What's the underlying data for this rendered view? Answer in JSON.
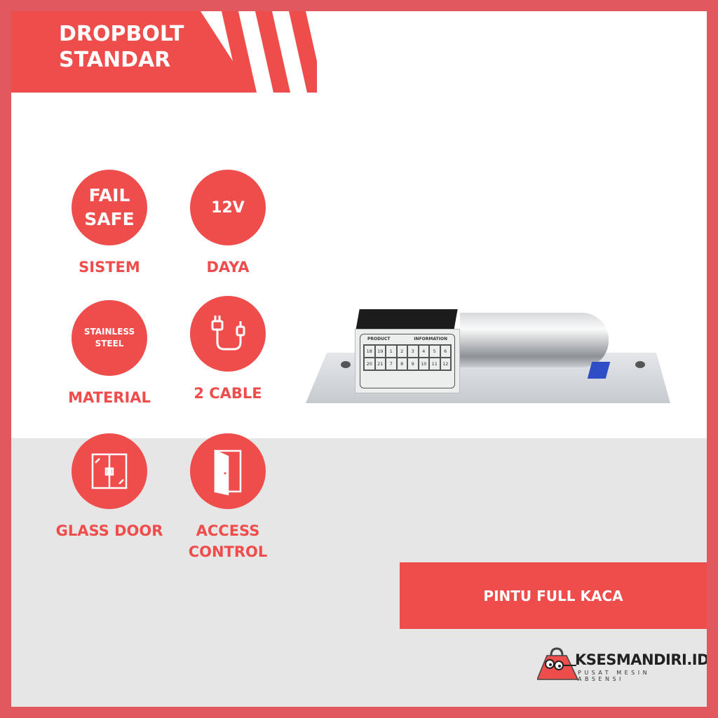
{
  "title": {
    "line1": "DROPBOLT",
    "line2": "STANDAR"
  },
  "features": [
    {
      "circle_text": [
        "FAIL",
        "SAFE"
      ],
      "label": "SISTEM"
    },
    {
      "circle_text": [
        "12V"
      ],
      "label": "DAYA"
    },
    {
      "circle_text": [
        "STAINLESS",
        "STEEL"
      ],
      "label": "MATERIAL"
    },
    {
      "icon": "usb-cable-icon",
      "label": "2 CABLE"
    },
    {
      "icon": "glass-door-icon",
      "label": "GLASS DOOR"
    },
    {
      "icon": "open-door-icon",
      "label": [
        "ACCESS",
        "CONTROL"
      ]
    }
  ],
  "product": {
    "panel_title": [
      "PRODUCT",
      "INFORMATION"
    ],
    "row1": [
      "18",
      "19",
      "1",
      "2",
      "3",
      "4",
      "5",
      "6"
    ],
    "row2": [
      "20",
      "21",
      "7",
      "8",
      "9",
      "10",
      "11",
      "12"
    ]
  },
  "banner": "PINTU FULL KACA",
  "logo": {
    "name": "KSESMANDIRI.ID",
    "tagline": "PUSAT MESIN ABSENSI"
  },
  "colors": {
    "accent": "#ef4c4c",
    "frame": "#e0595e",
    "lower_bg": "#e6e6e6"
  }
}
